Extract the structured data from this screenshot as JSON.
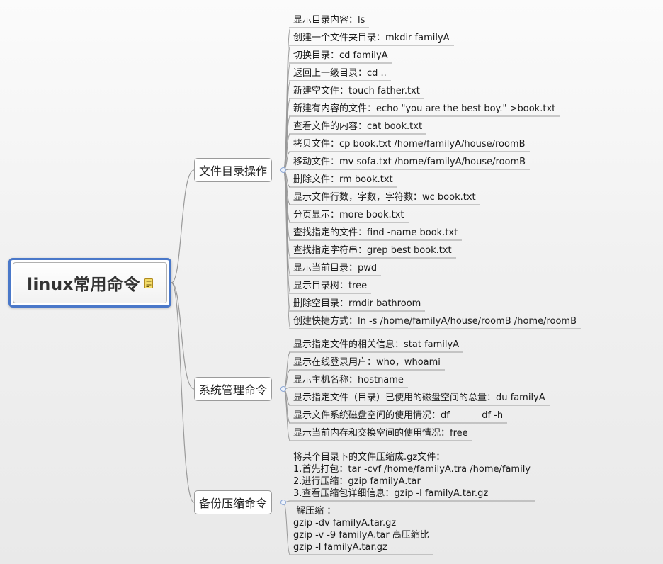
{
  "root": {
    "title": "linux常用命令",
    "icon": "note-icon"
  },
  "branches": [
    {
      "title": "文件目录操作",
      "items": [
        "显示目录内容：ls",
        "创建一个文件夹目录：mkdir familyA",
        "切换目录：cd familyA",
        "返回上一级目录：cd ..",
        "新建空文件：touch father.txt",
        "新建有内容的文件：echo \"you are the best boy.\" >book.txt",
        "查看文件的内容：cat book.txt",
        "拷贝文件：cp book.txt /home/familyA/house/roomB",
        "移动文件：mv sofa.txt /home/familyA/house/roomB",
        "删除文件：rm book.txt",
        "显示文件行数，字数，字符数：wc book.txt",
        "分页显示：more book.txt",
        "查找指定的文件：find -name book.txt",
        "查找指定字符串：grep best book.txt",
        "显示当前目录：pwd",
        "显示目录树：tree",
        "删除空目录：rmdir bathroom",
        "创建快捷方式：ln -s /home/familyA/house/roomB /home/roomB"
      ]
    },
    {
      "title": "系统管理命令",
      "items": [
        "显示指定文件的相关信息：stat familyA",
        "显示在线登录用户：who，whoami",
        "显示主机名称：hostname",
        "显示指定文件（目录）已使用的磁盘空间的总量：du familyA",
        "显示文件系统磁盘空间的使用情况：df           df -h",
        "显示当前内存和交换空间的使用情况：free"
      ]
    },
    {
      "title": "备份压缩命令",
      "items": [
        "将某个目录下的文件压缩成.gz文件：\n1.首先打包：tar -cvf /home/familyA.tra /home/family\n2.进行压缩：gzip familyA.tar\n3.查看压缩包详细信息：gzip -l familyA.tar.gz",
        " 解压缩 ：\ngzip -dv familyA.tar.gz\ngzip -v -9 familyA.tar 高压缩比\ngzip -l familyA.tar.gz"
      ]
    }
  ],
  "colors": {
    "root_border": "#4a78c9",
    "line": "#9a9a9a",
    "background": "#f4f4f4"
  }
}
